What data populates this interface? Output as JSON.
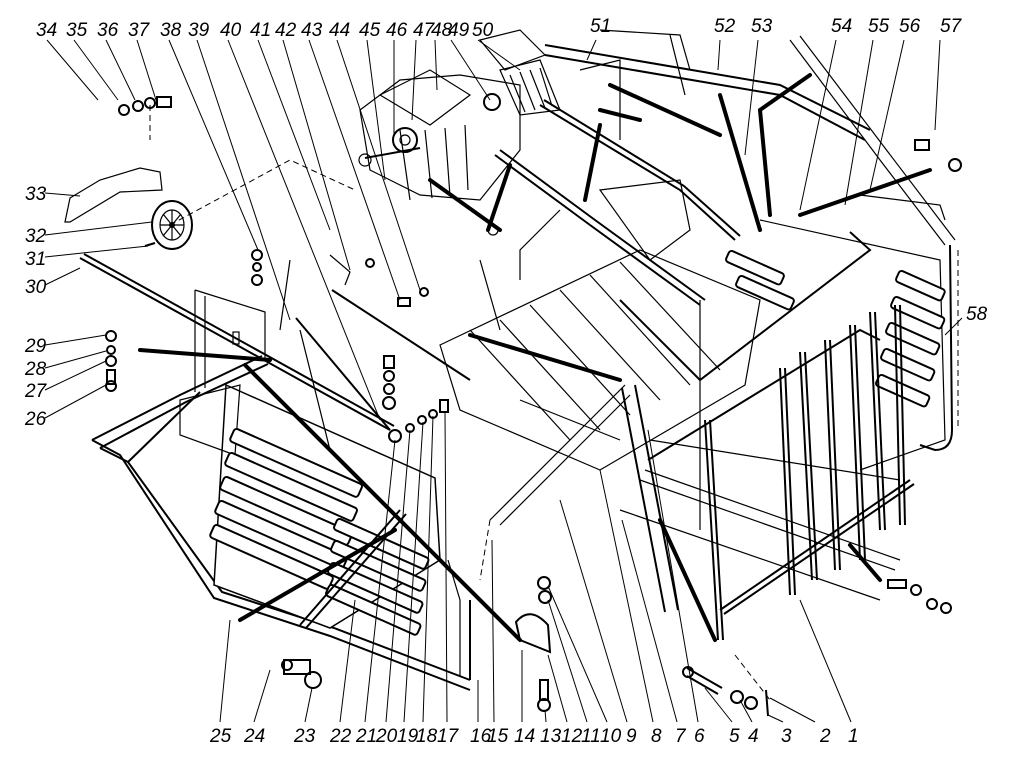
{
  "drawing": {
    "type": "exploded-view parts diagram",
    "background": "#ffffff",
    "ink": "#000000"
  },
  "callouts_top": [
    "34",
    "35",
    "36",
    "37",
    "38",
    "39",
    "40",
    "41",
    "42",
    "43",
    "44",
    "45",
    "46",
    "47",
    "48",
    "49",
    "50",
    "51",
    "52",
    "53",
    "54",
    "55",
    "56",
    "57"
  ],
  "callouts_left": [
    "33",
    "32",
    "31",
    "30",
    "29",
    "28",
    "27",
    "26"
  ],
  "callouts_right": [
    "58"
  ],
  "callouts_bottom": [
    "25",
    "24",
    "23",
    "22",
    "21",
    "20",
    "19",
    "18",
    "17",
    "16",
    "15",
    "14",
    "13",
    "12",
    "11",
    "10",
    "9",
    "8",
    "7",
    "6",
    "5",
    "4",
    "3",
    "2",
    "1"
  ]
}
